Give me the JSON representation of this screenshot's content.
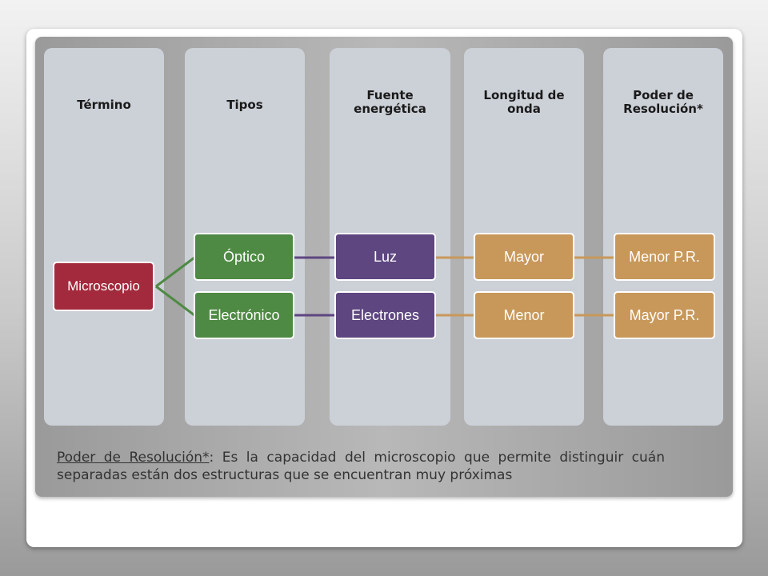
{
  "columns": [
    {
      "header": "Término"
    },
    {
      "header": "Tipos"
    },
    {
      "header": "Fuente energética"
    },
    {
      "header": "Longitud de onda"
    },
    {
      "header": "Poder de Resolución*"
    }
  ],
  "nodes": {
    "term": "Microscopio",
    "type_optical": "Óptico",
    "type_electronic": "Electrónico",
    "source_light": "Luz",
    "source_electrons": "Electrones",
    "wavelength_high": "Mayor",
    "wavelength_low": "Menor",
    "resolution_low": "Menor P.R.",
    "resolution_high": "Mayor P.R."
  },
  "footnote": {
    "term": "Poder de Resolución*",
    "text": ": Es la capacidad del microscopio que permite distinguir cuán separadas están dos estructuras que se encuentran muy próximas"
  },
  "colors": {
    "term": "#a32a3c",
    "type": "#4e8a43",
    "source": "#5e4680",
    "wavelength": "#c8985a",
    "column_bg": "#ccd0d7"
  }
}
